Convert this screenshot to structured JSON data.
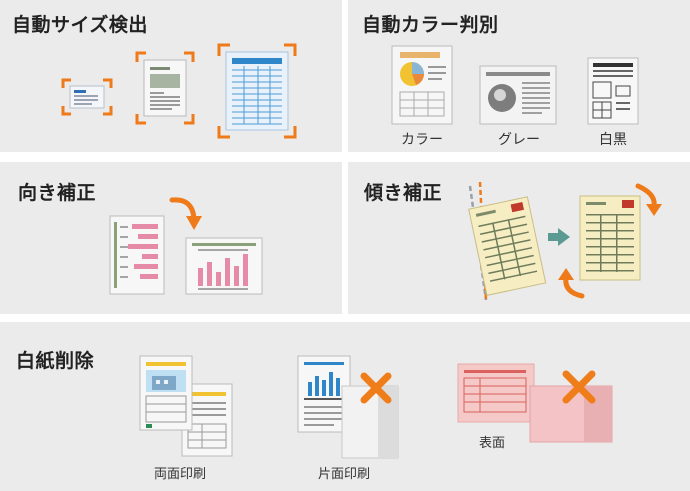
{
  "sections": {
    "auto_size": {
      "title": "自動サイズ検出"
    },
    "auto_color": {
      "title": "自動カラー判別",
      "labels": [
        "カラー",
        "グレー",
        "白黒"
      ]
    },
    "orientation": {
      "title": "向き補正"
    },
    "skew": {
      "title": "傾き補正"
    },
    "blank": {
      "title": "白紙削除",
      "labels": [
        "両面印刷",
        "片面印刷",
        "表面"
      ]
    }
  },
  "colors": {
    "panel_bg": "#ebebeb",
    "accent_orange": "#ee7a1a",
    "cross_orange": "#ef7d1a",
    "arrow_teal": "#5b9a92"
  }
}
